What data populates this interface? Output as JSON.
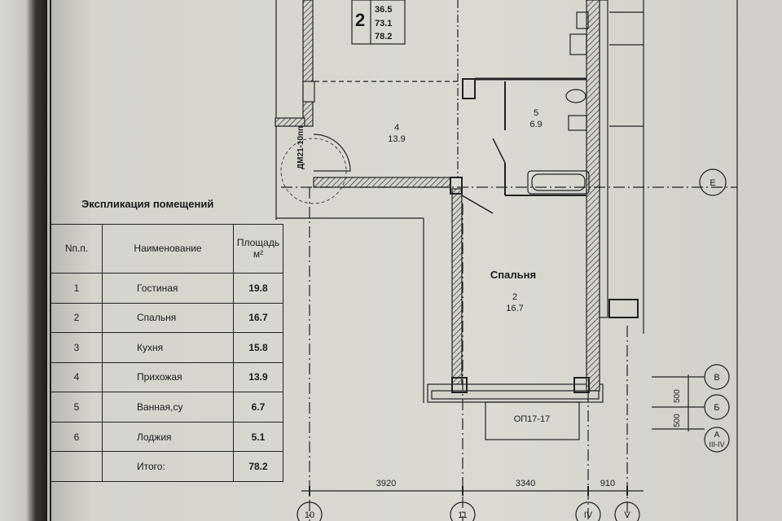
{
  "explication": {
    "title": "Экспликация помещений",
    "headers": {
      "num": "Nп.п.",
      "name": "Наименование",
      "area": "Площадь",
      "area_unit": "м²"
    },
    "rows": [
      {
        "num": "1",
        "name": "Гостиная",
        "area": "19.8"
      },
      {
        "num": "2",
        "name": "Спальня",
        "area": "16.7"
      },
      {
        "num": "3",
        "name": "Кухня",
        "area": "15.8"
      },
      {
        "num": "4",
        "name": "Прихожая",
        "area": "13.9"
      },
      {
        "num": "5",
        "name": "Ванная,су",
        "area": "6.7"
      },
      {
        "num": "6",
        "name": "Лоджия",
        "area": "5.1"
      }
    ],
    "total": {
      "label": "Итого:",
      "area": "78.2"
    }
  },
  "apartment_badge": {
    "rooms": "2",
    "areas": [
      "36.5",
      "73.1",
      "78.2"
    ]
  },
  "rooms": [
    {
      "num": "4",
      "area": "13.9"
    },
    {
      "num": "5",
      "area": "6.9"
    },
    {
      "name": "Спальня",
      "num": "2",
      "area": "16.7"
    }
  ],
  "door_label": "ДМ21-10пп",
  "window_label": "ОП17-17",
  "dimensions": {
    "bottom": [
      "3920",
      "3340",
      "910"
    ],
    "right": [
      "500",
      "500"
    ]
  },
  "axes": {
    "bottom": [
      "10",
      "11",
      "IV",
      "V"
    ],
    "right": [
      "Е",
      "В",
      "Б",
      "А",
      "III-IV"
    ]
  }
}
